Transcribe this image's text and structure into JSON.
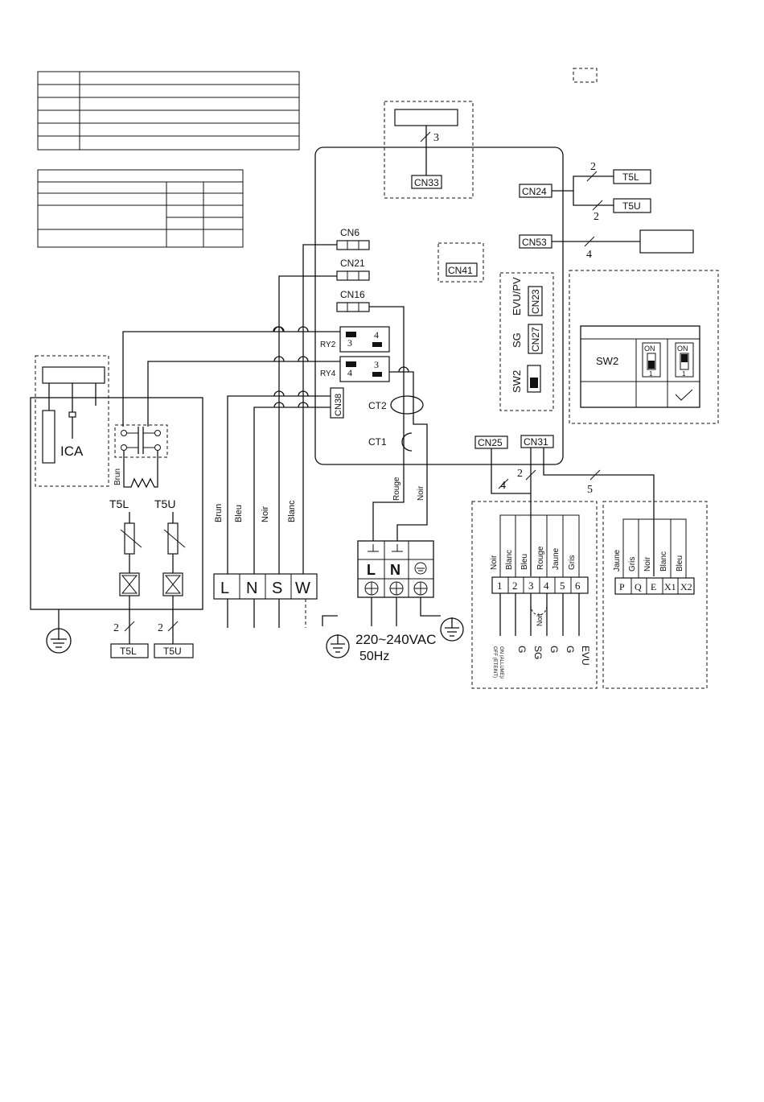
{
  "labels": {
    "cn33": "CN33",
    "cn6": "CN6",
    "cn21": "CN21",
    "cn16": "CN16",
    "cn41": "CN41",
    "cn24": "CN24",
    "cn53": "CN53",
    "cn38": "CN38",
    "cn23": "CN23",
    "cn27": "CN27",
    "cn25": "CN25",
    "cn31": "CN31",
    "evu_pv": "EVU/PV",
    "sg": "SG",
    "sw2": "SW2",
    "ry2": "RY2",
    "ry4": "RY4",
    "ct1": "CT1",
    "ct2": "CT2",
    "ica": "ICA",
    "t5l": "T5L",
    "t5u": "T5U",
    "on": "ON",
    "one": "1",
    "n2": "2",
    "n3": "3",
    "n4": "4",
    "n5": "5",
    "supply_voltage": "220~240VAC",
    "supply_freq": "50Hz",
    "on_off_note_1": "ON (ALLUME)/",
    "on_off_note_2": "OFF (ETEINT)"
  },
  "wire_colors": {
    "brun": "Brun",
    "bleu": "Bleu",
    "noir": "Noir",
    "blanc": "Blanc",
    "rouge": "Rouge",
    "jaune": "Jaune",
    "gris": "Gris"
  },
  "main_terminals": [
    "L",
    "N",
    "S",
    "W"
  ],
  "power_terminals": [
    "L",
    "N"
  ],
  "cn31_terminals": [
    "1",
    "2",
    "3",
    "4",
    "5",
    "6"
  ],
  "cn31_wires": [
    "Noir",
    "Blanc",
    "Bleu",
    "Rouge",
    "Jaune",
    "Gris"
  ],
  "cn31_bottom": [
    "G",
    "SG",
    "G",
    "G",
    "EVU"
  ],
  "comm_terminals": [
    "P",
    "Q",
    "E",
    "X1",
    "X2"
  ],
  "comm_wires": [
    "Jaune",
    "Gris",
    "Noir",
    "Blanc",
    "Bleu"
  ]
}
